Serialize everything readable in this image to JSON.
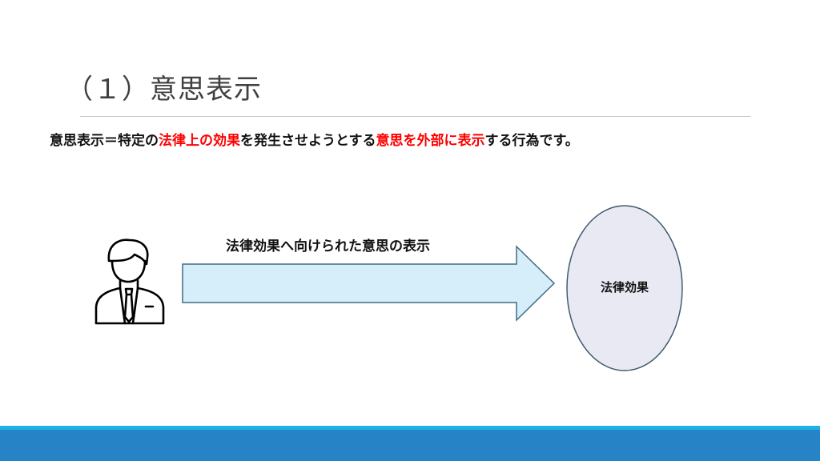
{
  "slide": {
    "title": "（１）意思表示",
    "definition": {
      "p1": "意思表示＝特定の",
      "r1": "法律上の効果",
      "p2": "を発生させようとする",
      "r2": "意思を外部に表示",
      "p3": "する行為です。"
    },
    "arrow_label": "法律効果へ向けられた意思の表示",
    "effect_label": "法律効果",
    "icons": {
      "person": "businessman-icon"
    },
    "colors": {
      "highlight": "#ff0000",
      "arrow_fill": "#d5eef9",
      "ellipse_fill": "#e8e9f3",
      "footer": "#2683c6"
    }
  }
}
